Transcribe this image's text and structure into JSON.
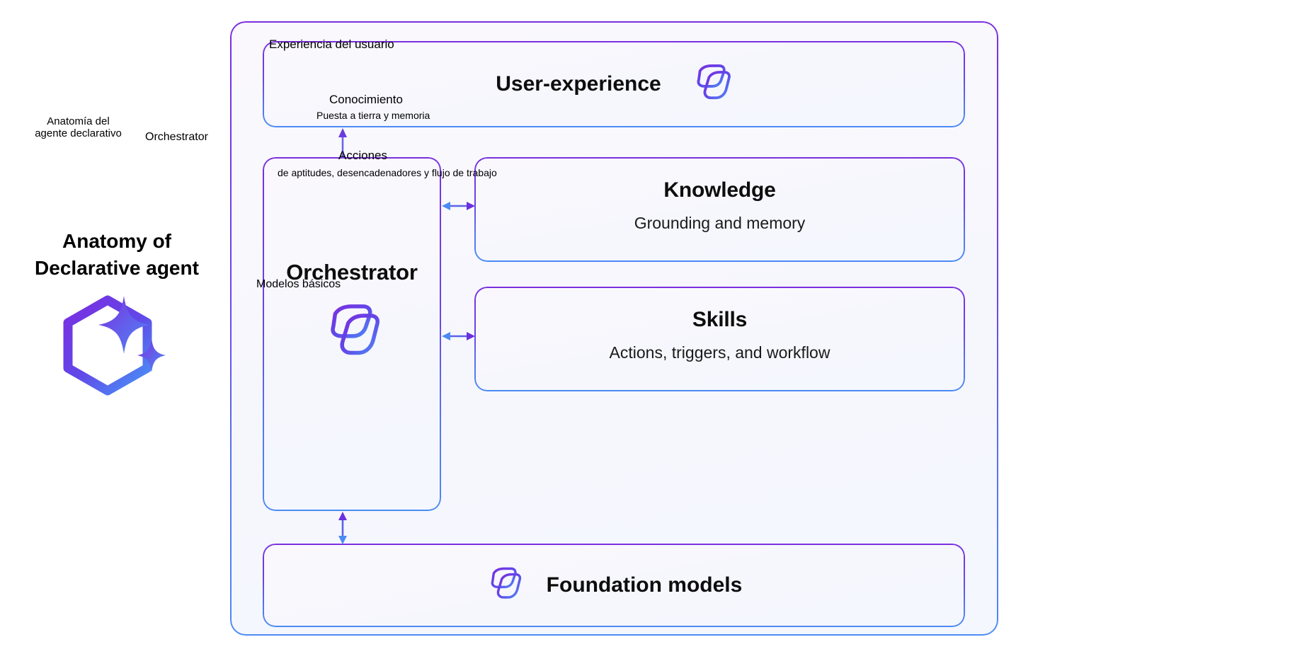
{
  "legend": {
    "title": "Anatomy of\nDeclarative agent",
    "icon": "declarative-agent-hexagon-sparkle-icon"
  },
  "diagram": {
    "container_name": "declarative-agent-architecture",
    "boxes": [
      {
        "id": "user-experience",
        "title": "User-experience",
        "subtitle": "",
        "icon": "copilot-logo-icon"
      },
      {
        "id": "orchestrator",
        "title": "Orchestrator",
        "subtitle": "",
        "icon": "copilot-logo-icon"
      },
      {
        "id": "knowledge",
        "title": "Knowledge",
        "subtitle": "Grounding and memory",
        "icon": ""
      },
      {
        "id": "skills",
        "title": "Skills",
        "subtitle": "Actions, triggers, and workflow",
        "icon": ""
      },
      {
        "id": "foundation-models",
        "title": "Foundation models",
        "subtitle": "",
        "icon": "copilot-logo-icon"
      }
    ],
    "arrows": [
      {
        "id": "orchestrator-to-user-experience",
        "direction": "up"
      },
      {
        "id": "orchestrator-to-knowledge",
        "direction": "both-horizontal"
      },
      {
        "id": "orchestrator-to-skills",
        "direction": "both-horizontal"
      },
      {
        "id": "orchestrator-to-foundation-models",
        "direction": "both-vertical"
      }
    ]
  },
  "annotations": {
    "title": "Anatomía del\nagente declarativo",
    "orchestrator": "Orchestrator",
    "user_experience": "Experiencia del usuario",
    "knowledge": "Conocimiento",
    "grounding": "Puesta a tierra y memoria",
    "actions": "Acciones",
    "skills_sub": "de aptitudes, desencadenadores y flujo de trabajo",
    "foundation": "Modelos básicos"
  },
  "colors": {
    "gradient_start": "#7B2FE0",
    "gradient_end": "#4C8BF5",
    "box_fill": "#f7f7fd",
    "page_background": "#ffffff",
    "text": "#000000"
  }
}
